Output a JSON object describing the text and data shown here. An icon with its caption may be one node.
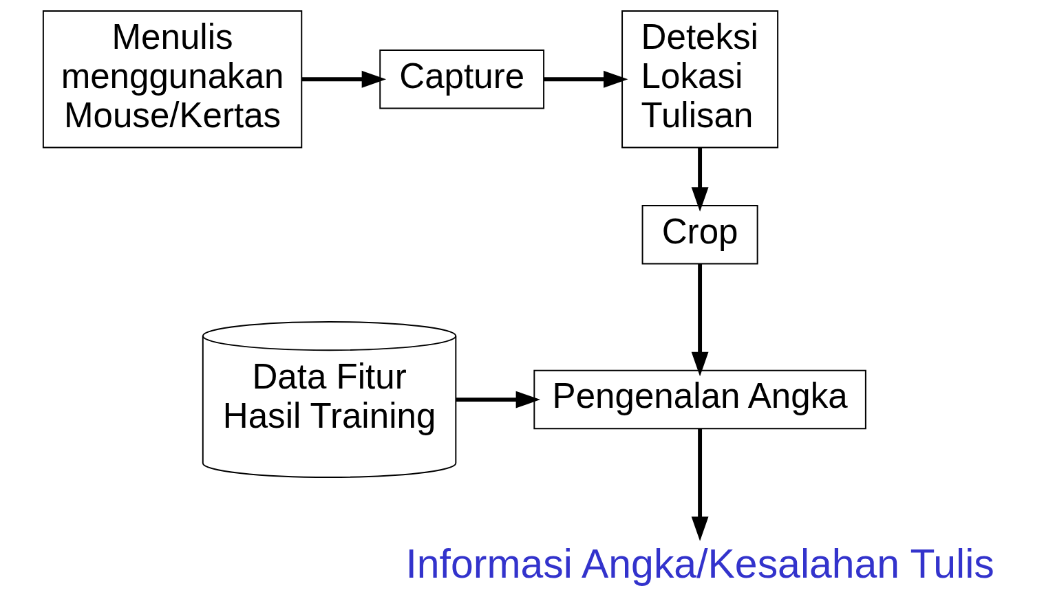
{
  "diagram": {
    "nodes": [
      {
        "text": [
          "Menulis menggunakan Mouse/Kertas"
        ]
      },
      {
        "text": [
          "Capture"
        ]
      },
      {
        "text": [
          "Deteksi Lokasi Tulisan"
        ]
      },
      {
        "text": [
          "Crop"
        ]
      },
      {
        "text": [
          "Data Fitur Hasil Training"
        ]
      },
      {
        "text": [
          "Pengenalan Angka"
        ]
      },
      {
        "text": [
          "Informasi Angka/Kesalahan Tulis"
        ]
      }
    ],
    "edges": [
      {
        "from": 0,
        "to": 1,
        "arrow": "to"
      },
      {
        "from": 1,
        "to": 2,
        "arrow": "to"
      },
      {
        "from": 2,
        "to": 3,
        "arrow": "to"
      },
      {
        "from": 3,
        "to": 5,
        "arrow": "to"
      },
      {
        "from": 4,
        "to": 5,
        "arrow": "to"
      },
      {
        "from": 5,
        "to": 6,
        "arrow": "to"
      }
    ]
  }
}
